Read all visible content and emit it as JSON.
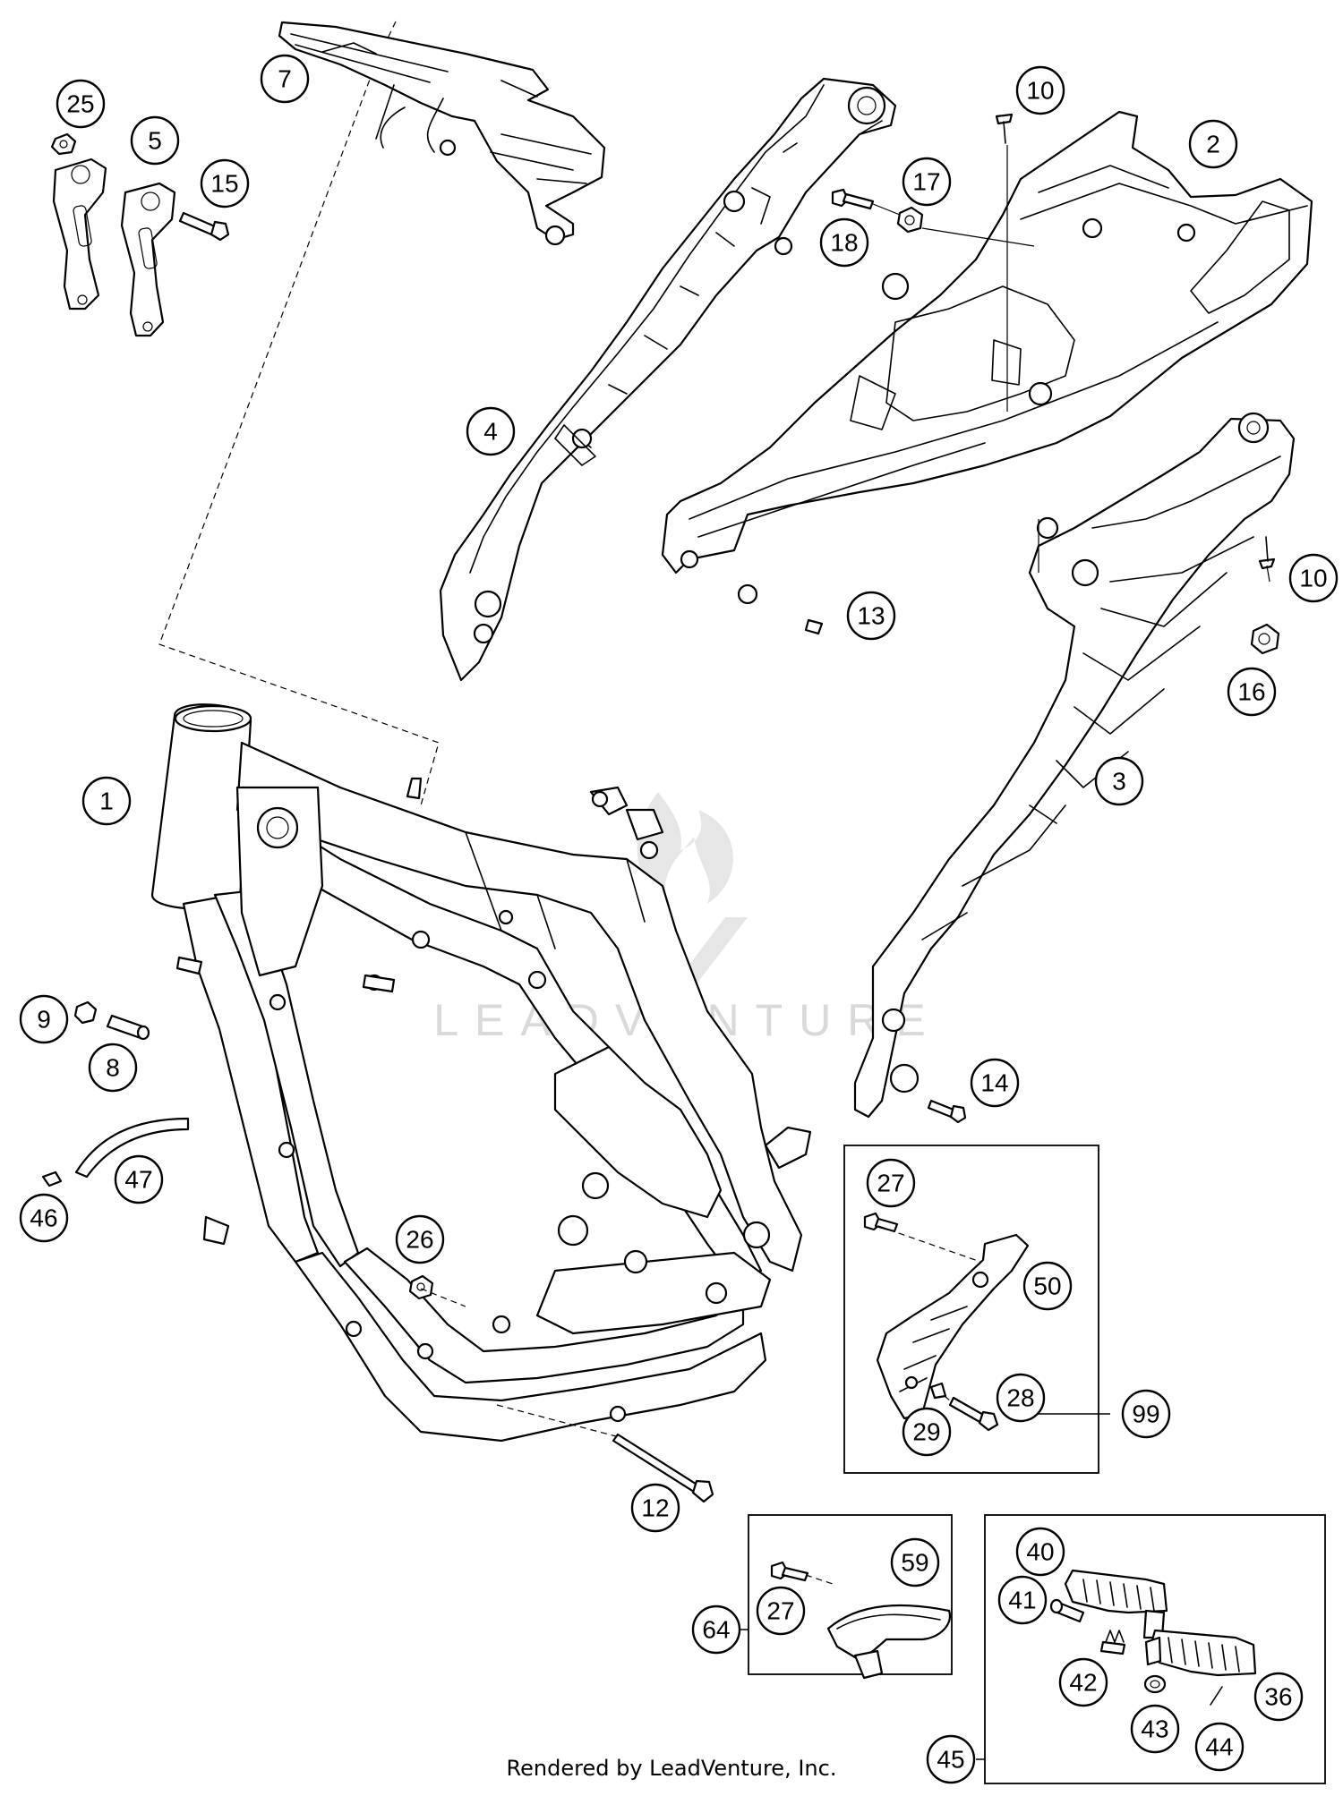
{
  "diagram": {
    "callouts": [
      "1",
      "2",
      "3",
      "4",
      "5",
      "7",
      "8",
      "9",
      "10",
      "10",
      "12",
      "13",
      "14",
      "15",
      "16",
      "17",
      "18",
      "25",
      "26",
      "27",
      "27",
      "28",
      "29",
      "36",
      "40",
      "41",
      "42",
      "43",
      "44",
      "45",
      "46",
      "47",
      "50",
      "59",
      "64",
      "99"
    ],
    "watermark": "LEADVENTURE",
    "footer": "Rendered by LeadVenture, Inc."
  }
}
